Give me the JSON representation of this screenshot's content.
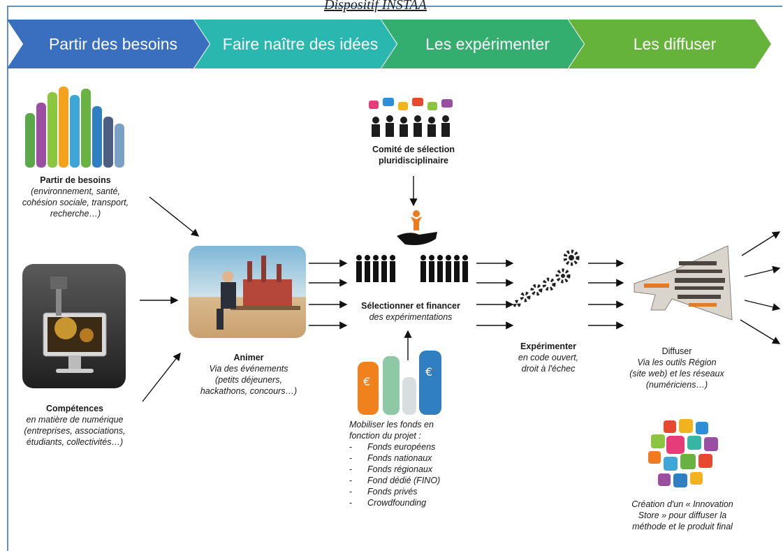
{
  "header_title": "Dispositif INSTAA",
  "stages": [
    {
      "label": "Partir des besoins",
      "color": "#3a6fbf"
    },
    {
      "label": "Faire naître des idées",
      "color": "#2ab7b0"
    },
    {
      "label": "Les expérimenter",
      "color": "#34ae6f"
    },
    {
      "label": "Les diffuser",
      "color": "#66b33c"
    }
  ],
  "needs": {
    "title": "Partir de besoins",
    "lines": [
      "(environnement, santé,",
      "cohésion sociale, transport,",
      "recherche…)"
    ]
  },
  "skills": {
    "title": "Compétences",
    "lines": [
      "en matière de numérique",
      "(entreprises, associations,",
      "étudiants, collectivités…)"
    ]
  },
  "animate": {
    "title": "Animer",
    "lines": [
      "Via des événements",
      "(petits déjeuners,",
      "hackathons, concours…)"
    ]
  },
  "committee": {
    "lines": [
      "Comité de sélection",
      "pluridisciplinaire"
    ]
  },
  "select": {
    "title": "Sélectionner  et financer",
    "subtitle": "des expérimentations"
  },
  "funds": {
    "intro": [
      "Mobiliser les fonds en",
      "fonction du projet :"
    ],
    "items": [
      "Fonds européens",
      "Fonds nationaux",
      "Fonds régionaux",
      "Fond dédié (FINO)",
      "Fonds privés",
      "Crowdfounding"
    ]
  },
  "experiment": {
    "title": "Expérimenter",
    "lines": [
      "en code ouvert,",
      "droit à l'échec"
    ]
  },
  "diffuse": {
    "title": "Diffuser",
    "lines": [
      "Via les outils Région",
      "(site web) et les réseaux",
      "(numériciens…)"
    ]
  },
  "store": {
    "lines": [
      "Création d'un « Innovation",
      "Store » pour diffuser la",
      "méthode et le produit final"
    ]
  },
  "icons": [
    "raised-hands-icon",
    "computer-machine-icon",
    "factory-worker-icon",
    "committee-speech-bubbles-icon",
    "people-row-icon",
    "hand-lifting-person-icon",
    "money-hands-icon",
    "gears-icon",
    "megaphone-word-cloud-icon",
    "app-icons-cloud-icon"
  ]
}
